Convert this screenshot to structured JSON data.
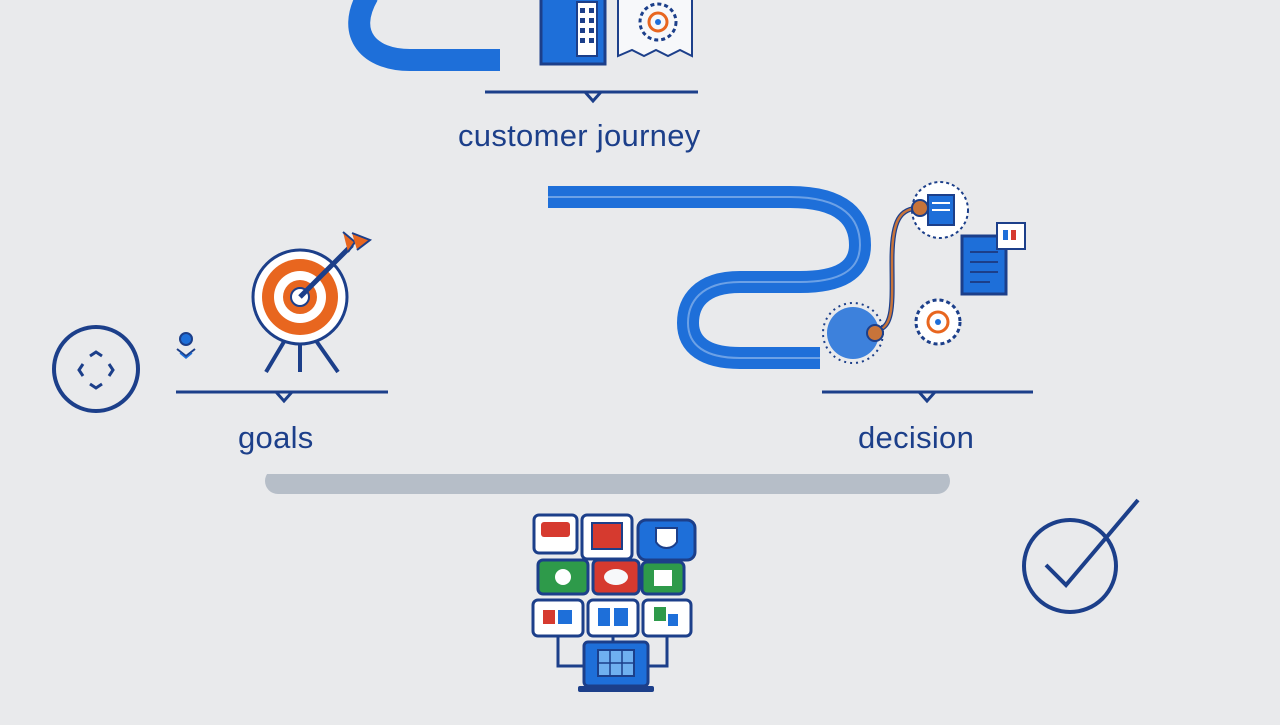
{
  "labels": {
    "customer_journey": "customer journey",
    "goals": "goals",
    "decision": "decision"
  },
  "colors": {
    "background": "#e9eaec",
    "accent_blue": "#1e6fd9",
    "navy": "#1c3f8a",
    "orange": "#e8661f",
    "red": "#d63a2f",
    "green": "#2e9a4a",
    "bar_gray": "#b6bec8"
  },
  "icons": [
    "journey-path-icon",
    "phone-icon",
    "gear-document-icon",
    "target-with-arrow-icon",
    "location-pin-icon",
    "person-circle-icon",
    "decision-path-icon",
    "document-icon",
    "checkmark-circle-icon",
    "app-grid-icon",
    "laptop-icon"
  ]
}
